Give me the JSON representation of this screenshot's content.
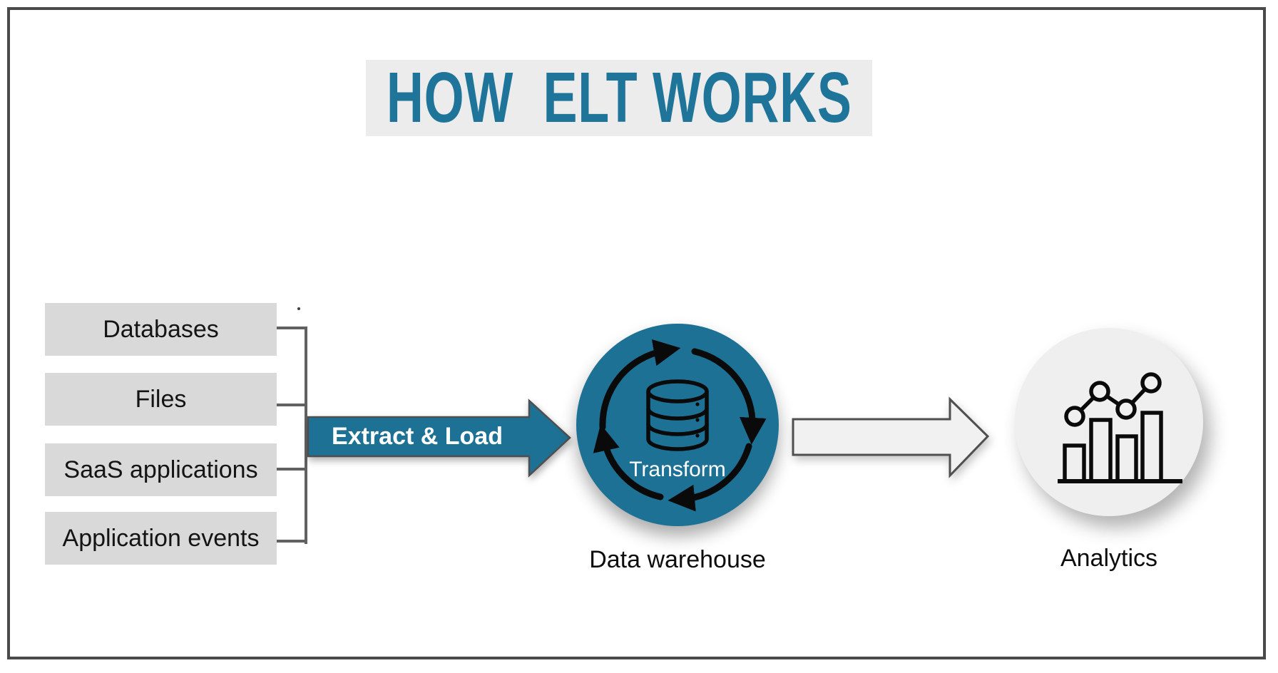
{
  "title": "HOW  ELT WORKS",
  "sources": {
    "items": [
      {
        "label": "Databases"
      },
      {
        "label": "Files"
      },
      {
        "label": "SaaS applications"
      },
      {
        "label": "Application events"
      }
    ]
  },
  "flow": {
    "extract_load": {
      "label": "Extract & Load"
    },
    "warehouse": {
      "transform_label": "Transform",
      "caption": "Data warehouse",
      "icon": "database-cylinder-icon",
      "cycle_icon": "sync-cycle-arrows-icon"
    },
    "analytics": {
      "caption": "Analytics",
      "icon": "bar-chart-trend-icon"
    }
  },
  "colors": {
    "accent_teal": "#1d7195",
    "title_teal": "#1e7499",
    "source_box_gray": "#d9d9d9",
    "title_band_gray": "#ececec",
    "analytics_circle_gray": "#efefef",
    "gray_arrow_fill": "#f1f1f1",
    "frame_border_gray": "#4a4a4a",
    "bracket_gray": "#616161",
    "icon_black": "#0a0a0a",
    "text_white": "#ffffff"
  }
}
